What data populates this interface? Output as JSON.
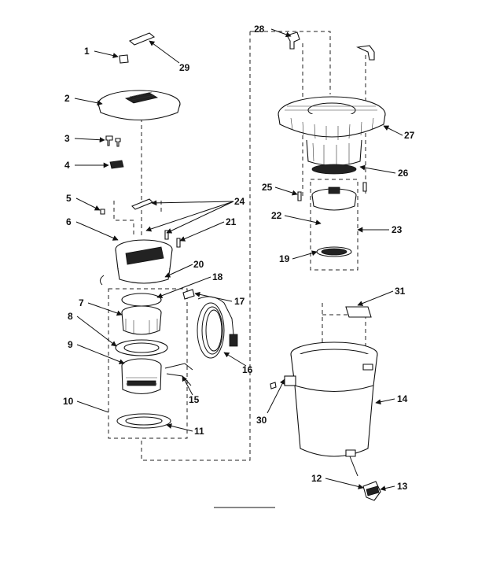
{
  "diagram": {
    "labels": {
      "p1": "1",
      "p2": "2",
      "p3": "3",
      "p4": "4",
      "p5": "5",
      "p6": "6",
      "p7": "7",
      "p8": "8",
      "p9": "9",
      "p10": "10",
      "p11": "11",
      "p12": "12",
      "p13": "13",
      "p14": "14",
      "p15": "15",
      "p16": "16",
      "p17": "17",
      "p18": "18",
      "p19": "19",
      "p20": "20",
      "p21": "21",
      "p22": "22",
      "p23": "23",
      "p24": "24",
      "p25": "25",
      "p26": "26",
      "p27": "27",
      "p28": "28",
      "p29": "29",
      "p30": "30",
      "p31": "31"
    }
  }
}
